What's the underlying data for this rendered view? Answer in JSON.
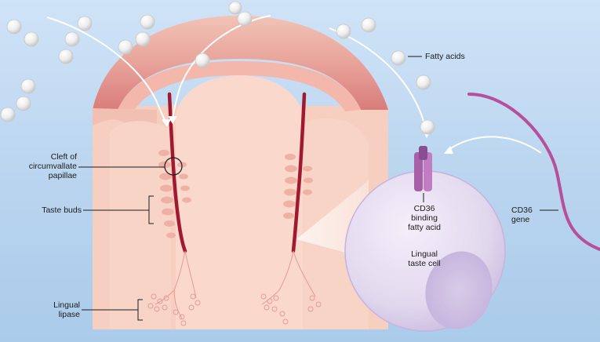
{
  "labels": {
    "fatty_acids": "Fatty acids",
    "cleft": [
      "Cleft of",
      "circumvallate",
      "papillae"
    ],
    "taste_buds": "Taste buds",
    "lingual_lipase": [
      "Lingual",
      "lipase"
    ],
    "cd36_binding": [
      "CD36",
      "binding",
      "fatty acid"
    ],
    "lingual_taste_cell": [
      "Lingual",
      "taste cell"
    ],
    "cd36_gene": [
      "CD36",
      "gene"
    ]
  },
  "colors": {
    "background": "#c0d8f0",
    "tissue": "#f6cfc0",
    "papilla_top": "#e9a49c",
    "cleft": "#a0192f",
    "taste_bud": "#efb1a6",
    "taste_cell": "#e4dcf0",
    "receptor": "#a75fa8",
    "gene_strand": "#b74f9a",
    "fatty_acid": "#f2f2f2"
  }
}
